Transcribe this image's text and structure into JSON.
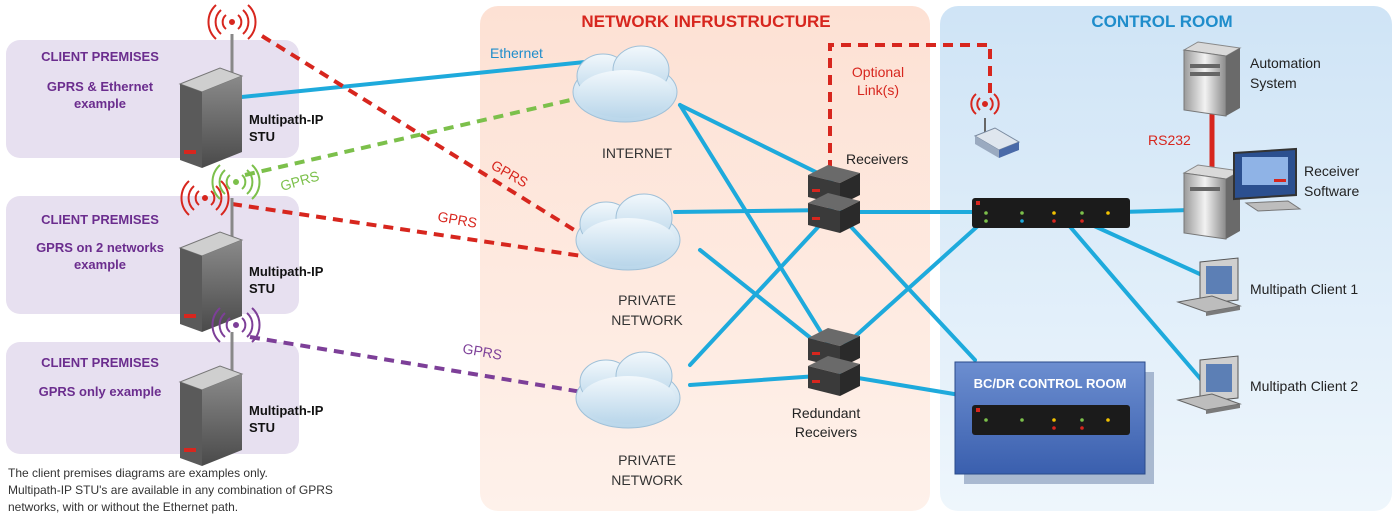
{
  "colors": {
    "client_bg": "#e6dff0",
    "network_bg": "#fde6dc",
    "control_bg": "#e2eef9",
    "purple_text": "#6b2d8e",
    "red_text": "#d7261e",
    "blue_text": "#1f8dcb",
    "cable_blue": "#1eaadc",
    "gprs_red": "#d7261e",
    "gprs_green": "#7cc04b",
    "gprs_purple": "#7d3f98",
    "rs232_red": "#d7261e"
  },
  "client_boxes": [
    {
      "title": "CLIENT PREMISES",
      "subtitle_lines": [
        "GPRS & Ethernet",
        "example"
      ],
      "stu_lines": [
        "Multipath-IP",
        "STU"
      ]
    },
    {
      "title": "CLIENT PREMISES",
      "subtitle_lines": [
        "GPRS on 2 networks",
        "example"
      ],
      "stu_lines": [
        "Multipath-IP",
        "STU"
      ]
    },
    {
      "title": "CLIENT PREMISES",
      "subtitle_lines": [
        "GPRS only example"
      ],
      "stu_lines": [
        "Multipath-IP",
        "STU"
      ]
    }
  ],
  "footnote_lines": [
    "The client premises diagrams are examples only.",
    "Multipath-IP STU's are available in any combination of GPRS",
    "networks, with or without the Ethernet path."
  ],
  "network": {
    "title": "NETWORK INFRUSTRUCTURE",
    "clouds": [
      {
        "label_lines": [
          "INTERNET"
        ]
      },
      {
        "label_lines": [
          "PRIVATE",
          "NETWORK"
        ]
      },
      {
        "label_lines": [
          "PRIVATE",
          "NETWORK"
        ]
      }
    ],
    "receivers_label": "Receivers",
    "redundant_label_lines": [
      "Redundant",
      "Receivers"
    ],
    "optional_link_lines": [
      "Optional",
      "Link(s)"
    ],
    "ethernet_label": "Ethernet",
    "gprs_labels": [
      "GPRS",
      "GPRS",
      "GPRS",
      "GPRS"
    ]
  },
  "control_room": {
    "title": "CONTROL ROOM",
    "automation_lines": [
      "Automation",
      "System"
    ],
    "rs232_label": "RS232",
    "receiver_software_lines": [
      "Receiver",
      "Software"
    ],
    "client1_label": "Multipath Client 1",
    "client2_label": "Multipath Client 2",
    "bcdr_title": "BC/DR CONTROL ROOM"
  }
}
